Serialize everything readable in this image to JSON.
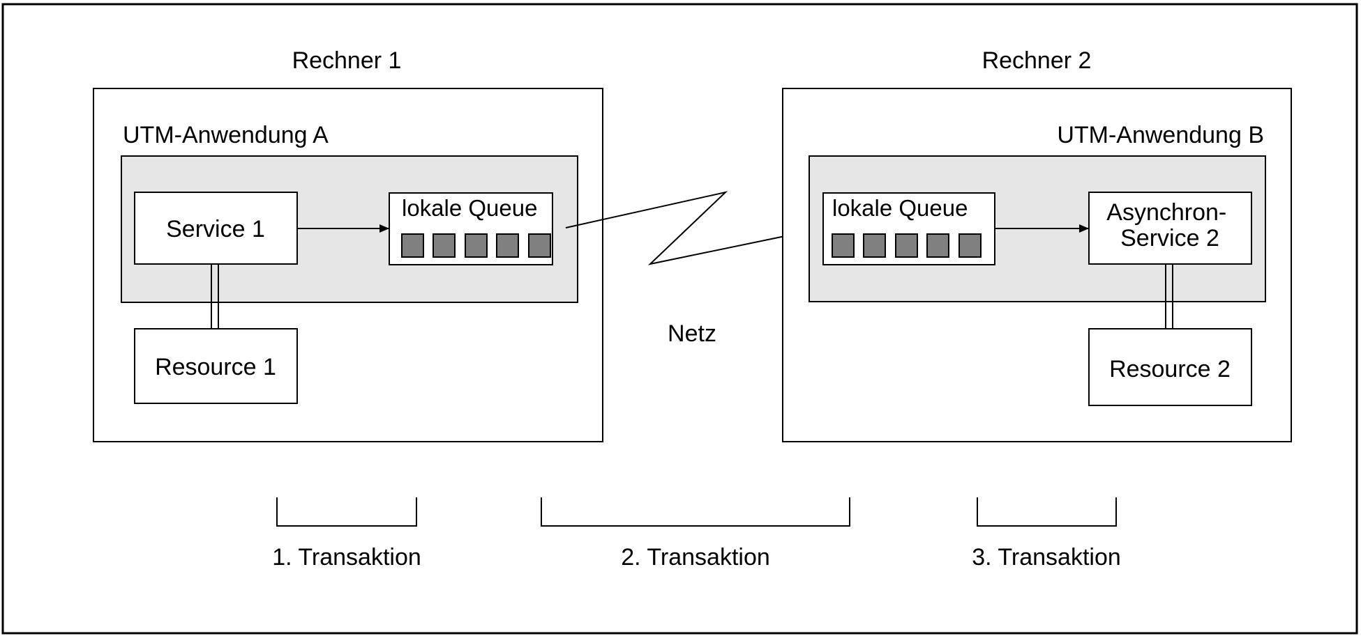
{
  "colors": {
    "stroke": "#000000",
    "background": "#ffffff",
    "application_area": "#e6e6e6",
    "queue_slot": "#808080"
  },
  "computer_1": {
    "title": "Rechner 1",
    "application": "UTM-Anwendung A",
    "service": "Service 1",
    "queue": "lokale Queue",
    "resource": "Resource 1"
  },
  "computer_2": {
    "title": "Rechner 2",
    "application": "UTM-Anwendung B",
    "queue": "lokale Queue",
    "service_line1": "Asynchron-",
    "service_line2": "Service 2",
    "resource": "Resource 2"
  },
  "network": {
    "label": "Netz"
  },
  "transactions": [
    {
      "label": "1. Transaktion"
    },
    {
      "label": "2. Transaktion"
    },
    {
      "label": "3. Transaktion"
    }
  ]
}
